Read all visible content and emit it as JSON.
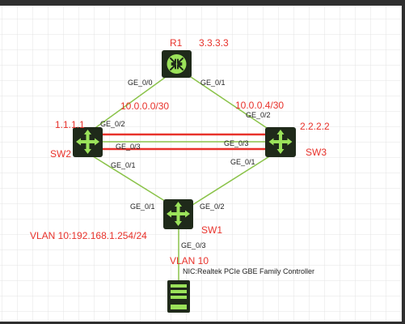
{
  "colors": {
    "link": "#8bc34a",
    "accent_red": "#e8322b",
    "device_bg": "#1f2a1a",
    "device_fg": "#9be35a",
    "grid": "#e3e3e3"
  },
  "devices": {
    "r1": {
      "name": "R1",
      "addr": "3.3.3.3",
      "icon": "router-icon"
    },
    "sw2": {
      "name": "SW2",
      "addr": "1.1.1.1",
      "icon": "switch-icon"
    },
    "sw3": {
      "name": "SW3",
      "addr": "2.2.2.2",
      "icon": "switch-icon"
    },
    "sw1": {
      "name": "SW1",
      "vlan_ip": "VLAN 10:192.168.1.254/24",
      "icon": "switch-icon"
    },
    "pc": {
      "vlan": "VLAN 10",
      "nic": "NIC:Realtek PCIe GBE Family Controller",
      "icon": "host-icon"
    }
  },
  "subnets": {
    "r1_sw2": "10.0.0.0/30",
    "r1_sw3": "10.0.0.4/30"
  },
  "ports": {
    "r1_ge0": "GE_0/0",
    "r1_ge1": "GE_0/1",
    "sw2_ge2": "GE_0/2",
    "sw2_ge3": "GE_0/3",
    "sw2_ge1": "GE_0/1",
    "sw3_ge2": "GE_0/2",
    "sw3_ge3": "GE_0/3",
    "sw3_ge1": "GE_0/1",
    "sw1_ge1": "GE_0/1",
    "sw1_ge2": "GE_0/2",
    "sw1_ge3": "GE_0/3"
  }
}
